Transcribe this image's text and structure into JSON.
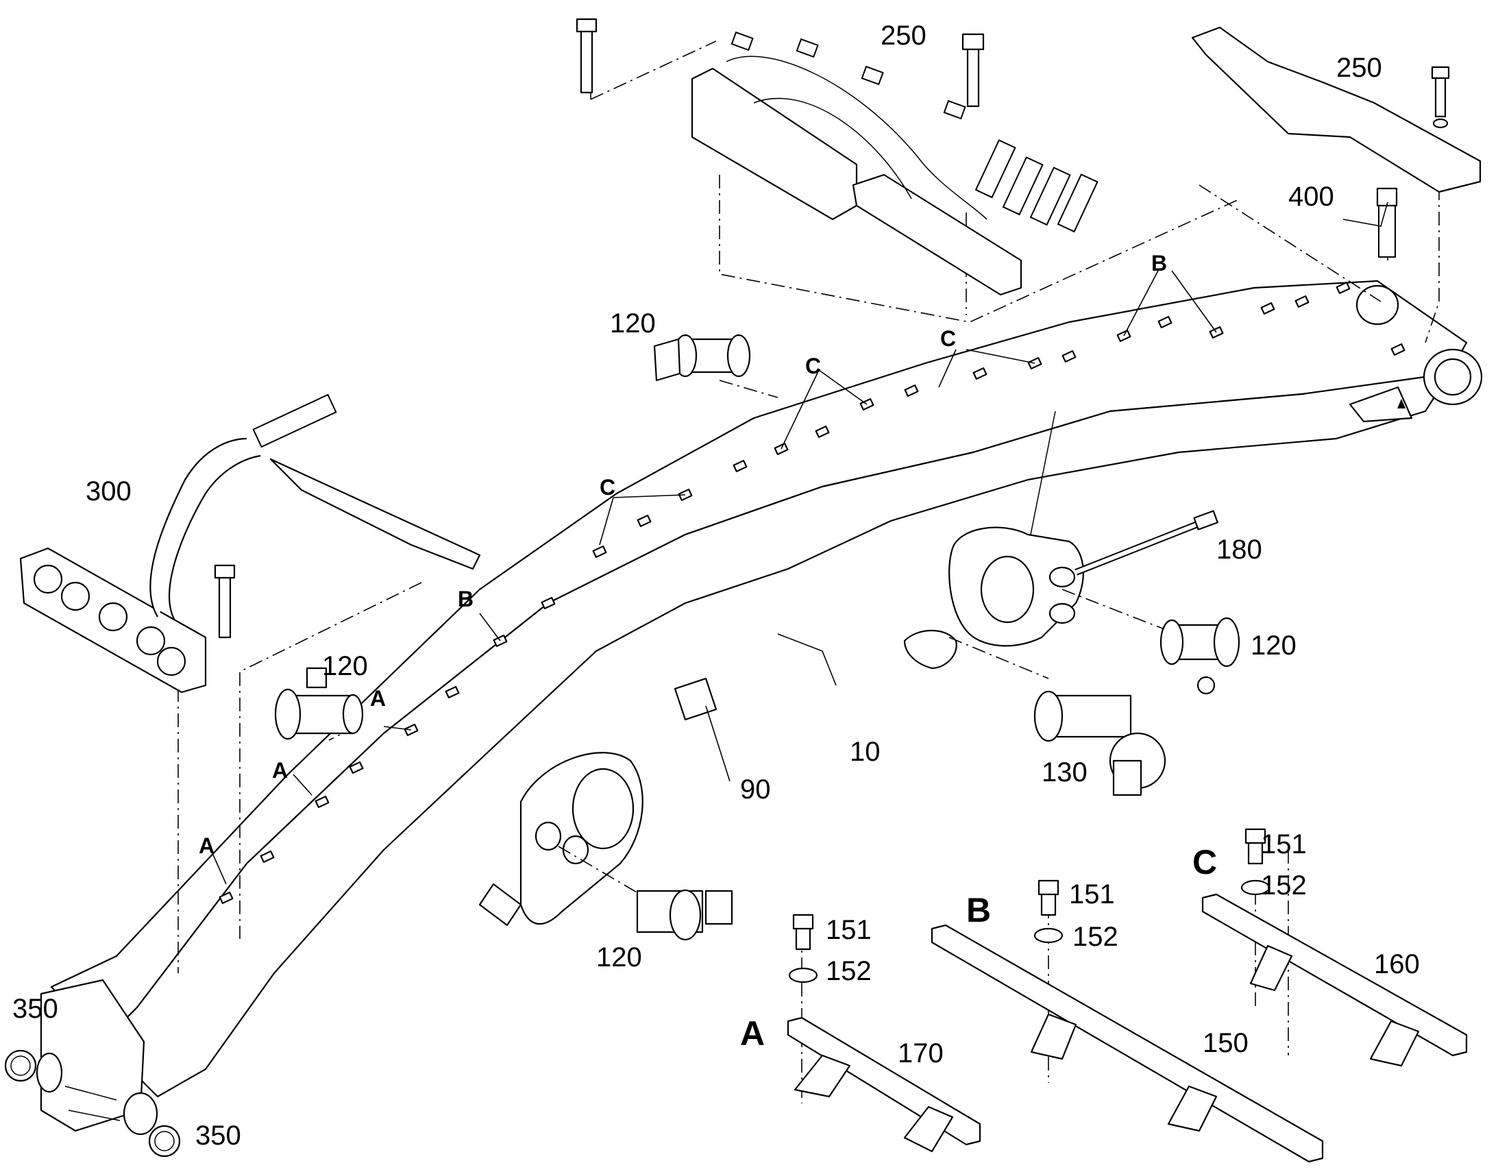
{
  "diagram": {
    "part_labels": {
      "p10": "10",
      "p90": "90",
      "p120_top": "120",
      "p120_left": "120",
      "p120_right": "120",
      "p120_bottom": "120",
      "p130": "130",
      "p150": "150",
      "p151_a": "151",
      "p151_b": "151",
      "p151_c": "151",
      "p152_a": "152",
      "p152_b": "152",
      "p152_c": "152",
      "p160": "160",
      "p170": "170",
      "p180": "180",
      "p250_mid": "250",
      "p250_right": "250",
      "p300": "300",
      "p350_top": "350",
      "p350_bottom": "350",
      "p400": "400"
    },
    "reference_letters": {
      "a1": "A",
      "a2": "A",
      "a3": "A",
      "b1": "B",
      "b2": "B",
      "c1": "C",
      "c2": "C",
      "c3": "C",
      "detail_a": "A",
      "detail_b": "B",
      "detail_c": "C"
    }
  }
}
